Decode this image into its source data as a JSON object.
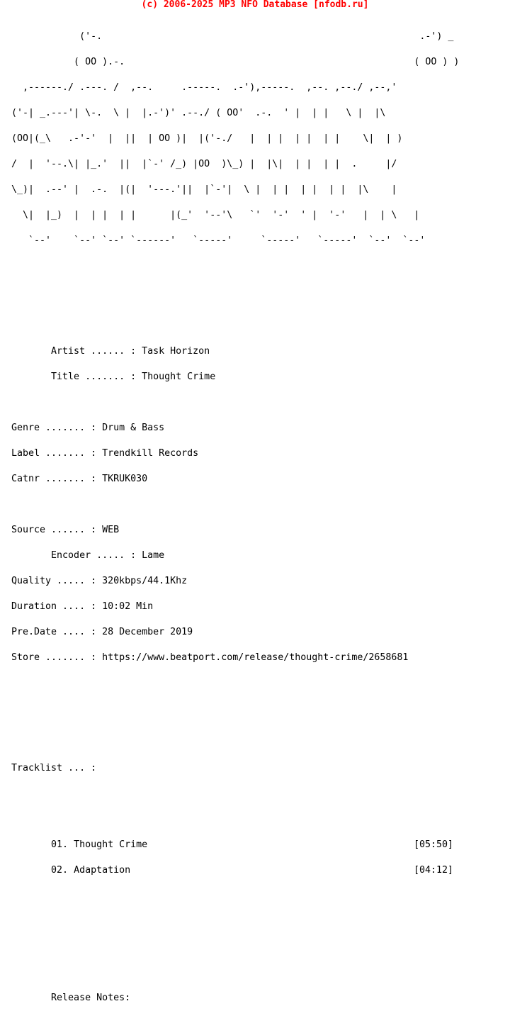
{
  "header": {
    "text": "(c) 2006-2025 MP3 NFO Database [nfodb.ru]",
    "color": "#ff0000"
  },
  "ascii_logo": {
    "lines": [
      "            ('-.                                                        .-') _",
      "           ( OO ).-.                                                   ( OO ) )",
      "  ,------./ .---. /  ,--.     .-----.  .-'),-----.  ,--. ,--./ ,--,'",
      "('-| _.---'| \\-.  \\ |  |.-')' .--./ ( OO'  .-.  ' |  | |   \\ |  |\\",
      "(OO|(_\\   .-'-'  |  ||  | OO )|  |('-./   |  | |  | |  | |    \\|  | )",
      "/  |  '--.\\| |_.'  ||  |`-' /_) |OO  )\\_) |  |\\|  | |  | |  .     |/",
      "\\_)|  .--' |  .-.  |(|  '---.'||  |`-'|  \\ |  | |  | |  | |  |\\    |",
      "  \\|  |_)  |  | |  | |      |(_'  '--'\\   `'  '-'  ' |  '-'   |  | \\   |",
      "   `--'    `--' `--' `------'   `-----'     `-----'   `-----'  `--'  `--'"
    ]
  },
  "release": {
    "artist_label": "       Artist ...... : ",
    "artist": "Task Horizon",
    "title_label": "       Title ....... : ",
    "title": "Thought Crime",
    "genre_label": "Genre ....... : ",
    "genre": "Drum & Bass",
    "label_label": "Label ....... : ",
    "label": "Trendkill Records",
    "catnr_label": "Catnr ....... : ",
    "catnr": "TKRUK030",
    "source_label": "Source ...... : ",
    "source": "WEB",
    "encoder_label": "       Encoder ..... : ",
    "encoder": "Lame",
    "quality_label": "Quality ..... : ",
    "quality": "320kbps/44.1Khz",
    "duration_label": "Duration .... : ",
    "duration": "10:02 Min",
    "predate_label": "Pre.Date .... : ",
    "predate": "28 December 2019",
    "store_label": "Store ....... : ",
    "store": "https://www.beatport.com/release/thought-crime/2658681"
  },
  "tracklist": {
    "heading": "Tracklist ... :",
    "tracks": [
      {
        "number": "01.",
        "name": "Thought Crime",
        "length": "[05:50]"
      },
      {
        "number": "02.",
        "name": "Adaptation",
        "length": "[04:12]"
      }
    ]
  },
  "notes": {
    "heading": "       Release Notes:"
  }
}
